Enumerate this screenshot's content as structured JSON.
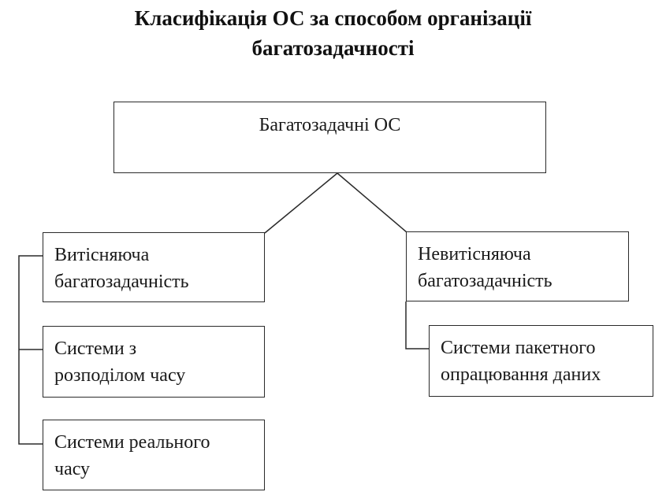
{
  "title": {
    "line1": "Класифікація ОС за способом організації",
    "line2": "багатозадачності"
  },
  "root": {
    "label": "Багатозадачні ОС"
  },
  "left_branch": {
    "head": {
      "line1": "Витісняюча",
      "line2": "багатозадачність"
    },
    "children": [
      {
        "line1": "Системи з",
        "line2": "розподілом часу"
      },
      {
        "line1": "Системи реального",
        "line2": "часу"
      }
    ]
  },
  "right_branch": {
    "head": {
      "line1": "Невитісняюча",
      "line2": "багатозадачність"
    },
    "children": [
      {
        "line1": "Системи пакетного",
        "line2": "опрацювання даних"
      }
    ]
  }
}
